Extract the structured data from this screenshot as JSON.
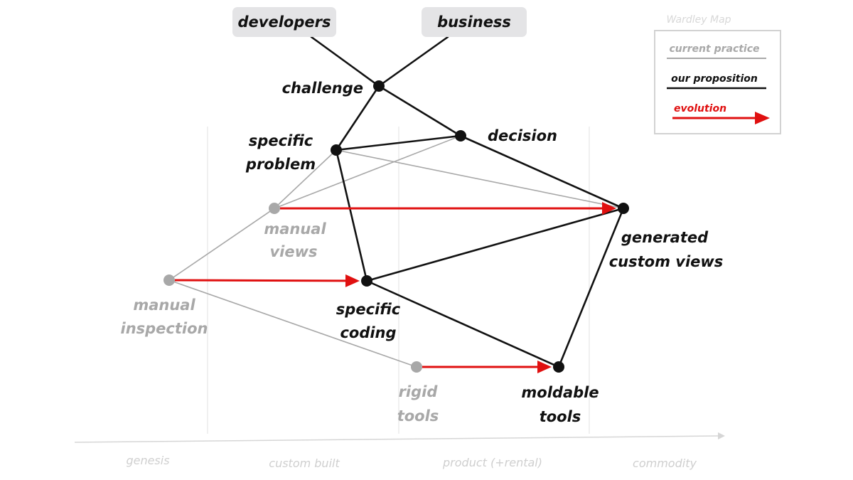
{
  "title": "Wardley Map",
  "colors": {
    "current": "#a8a8a8",
    "proposition": "#111111",
    "evolution": "#e01010",
    "pill": "#e4e4e6",
    "axis": "#cfcfcf"
  },
  "users": [
    {
      "id": "developers",
      "label": "developers"
    },
    {
      "id": "business",
      "label": "business"
    }
  ],
  "nodes": [
    {
      "id": "challenge",
      "lines": [
        "challenge"
      ],
      "kind": "proposition"
    },
    {
      "id": "decision",
      "lines": [
        "decision"
      ],
      "kind": "proposition"
    },
    {
      "id": "specific-problem",
      "lines": [
        "specific",
        "problem"
      ],
      "kind": "proposition"
    },
    {
      "id": "manual-views",
      "lines": [
        "manual",
        "views"
      ],
      "kind": "current"
    },
    {
      "id": "generated-custom-views",
      "lines": [
        "generated",
        "custom views"
      ],
      "kind": "proposition"
    },
    {
      "id": "manual-inspection",
      "lines": [
        "manual",
        "inspection"
      ],
      "kind": "current"
    },
    {
      "id": "specific-coding",
      "lines": [
        "specific",
        "coding"
      ],
      "kind": "proposition"
    },
    {
      "id": "rigid-tools",
      "lines": [
        "rigid",
        "tools"
      ],
      "kind": "current"
    },
    {
      "id": "moldable-tools",
      "lines": [
        "moldable",
        "tools"
      ],
      "kind": "proposition"
    }
  ],
  "links": [
    {
      "from": "developers",
      "to": "challenge",
      "kind": "proposition"
    },
    {
      "from": "business",
      "to": "challenge",
      "kind": "proposition"
    },
    {
      "from": "challenge",
      "to": "specific-problem",
      "kind": "proposition"
    },
    {
      "from": "challenge",
      "to": "decision",
      "kind": "proposition"
    },
    {
      "from": "specific-problem",
      "to": "decision",
      "kind": "proposition"
    },
    {
      "from": "decision",
      "to": "generated-custom-views",
      "kind": "proposition"
    },
    {
      "from": "specific-problem",
      "to": "specific-coding",
      "kind": "proposition"
    },
    {
      "from": "specific-coding",
      "to": "generated-custom-views",
      "kind": "proposition"
    },
    {
      "from": "specific-coding",
      "to": "moldable-tools",
      "kind": "proposition"
    },
    {
      "from": "generated-custom-views",
      "to": "moldable-tools",
      "kind": "proposition"
    },
    {
      "from": "specific-problem",
      "to": "generated-custom-views",
      "kind": "current"
    },
    {
      "from": "decision",
      "to": "manual-views",
      "kind": "current"
    },
    {
      "from": "specific-problem",
      "to": "manual-views",
      "kind": "current"
    },
    {
      "from": "manual-views",
      "to": "manual-inspection",
      "kind": "current"
    },
    {
      "from": "manual-inspection",
      "to": "rigid-tools",
      "kind": "current"
    }
  ],
  "evolutions": [
    {
      "from": "manual-views",
      "to": "generated-custom-views"
    },
    {
      "from": "manual-inspection",
      "to": "specific-coding"
    },
    {
      "from": "rigid-tools",
      "to": "moldable-tools"
    }
  ],
  "stages": [
    "genesis",
    "custom built",
    "product (+rental)",
    "commodity"
  ],
  "legend": {
    "current": "current practice",
    "proposition": "our proposition",
    "evolution": "evolution"
  }
}
